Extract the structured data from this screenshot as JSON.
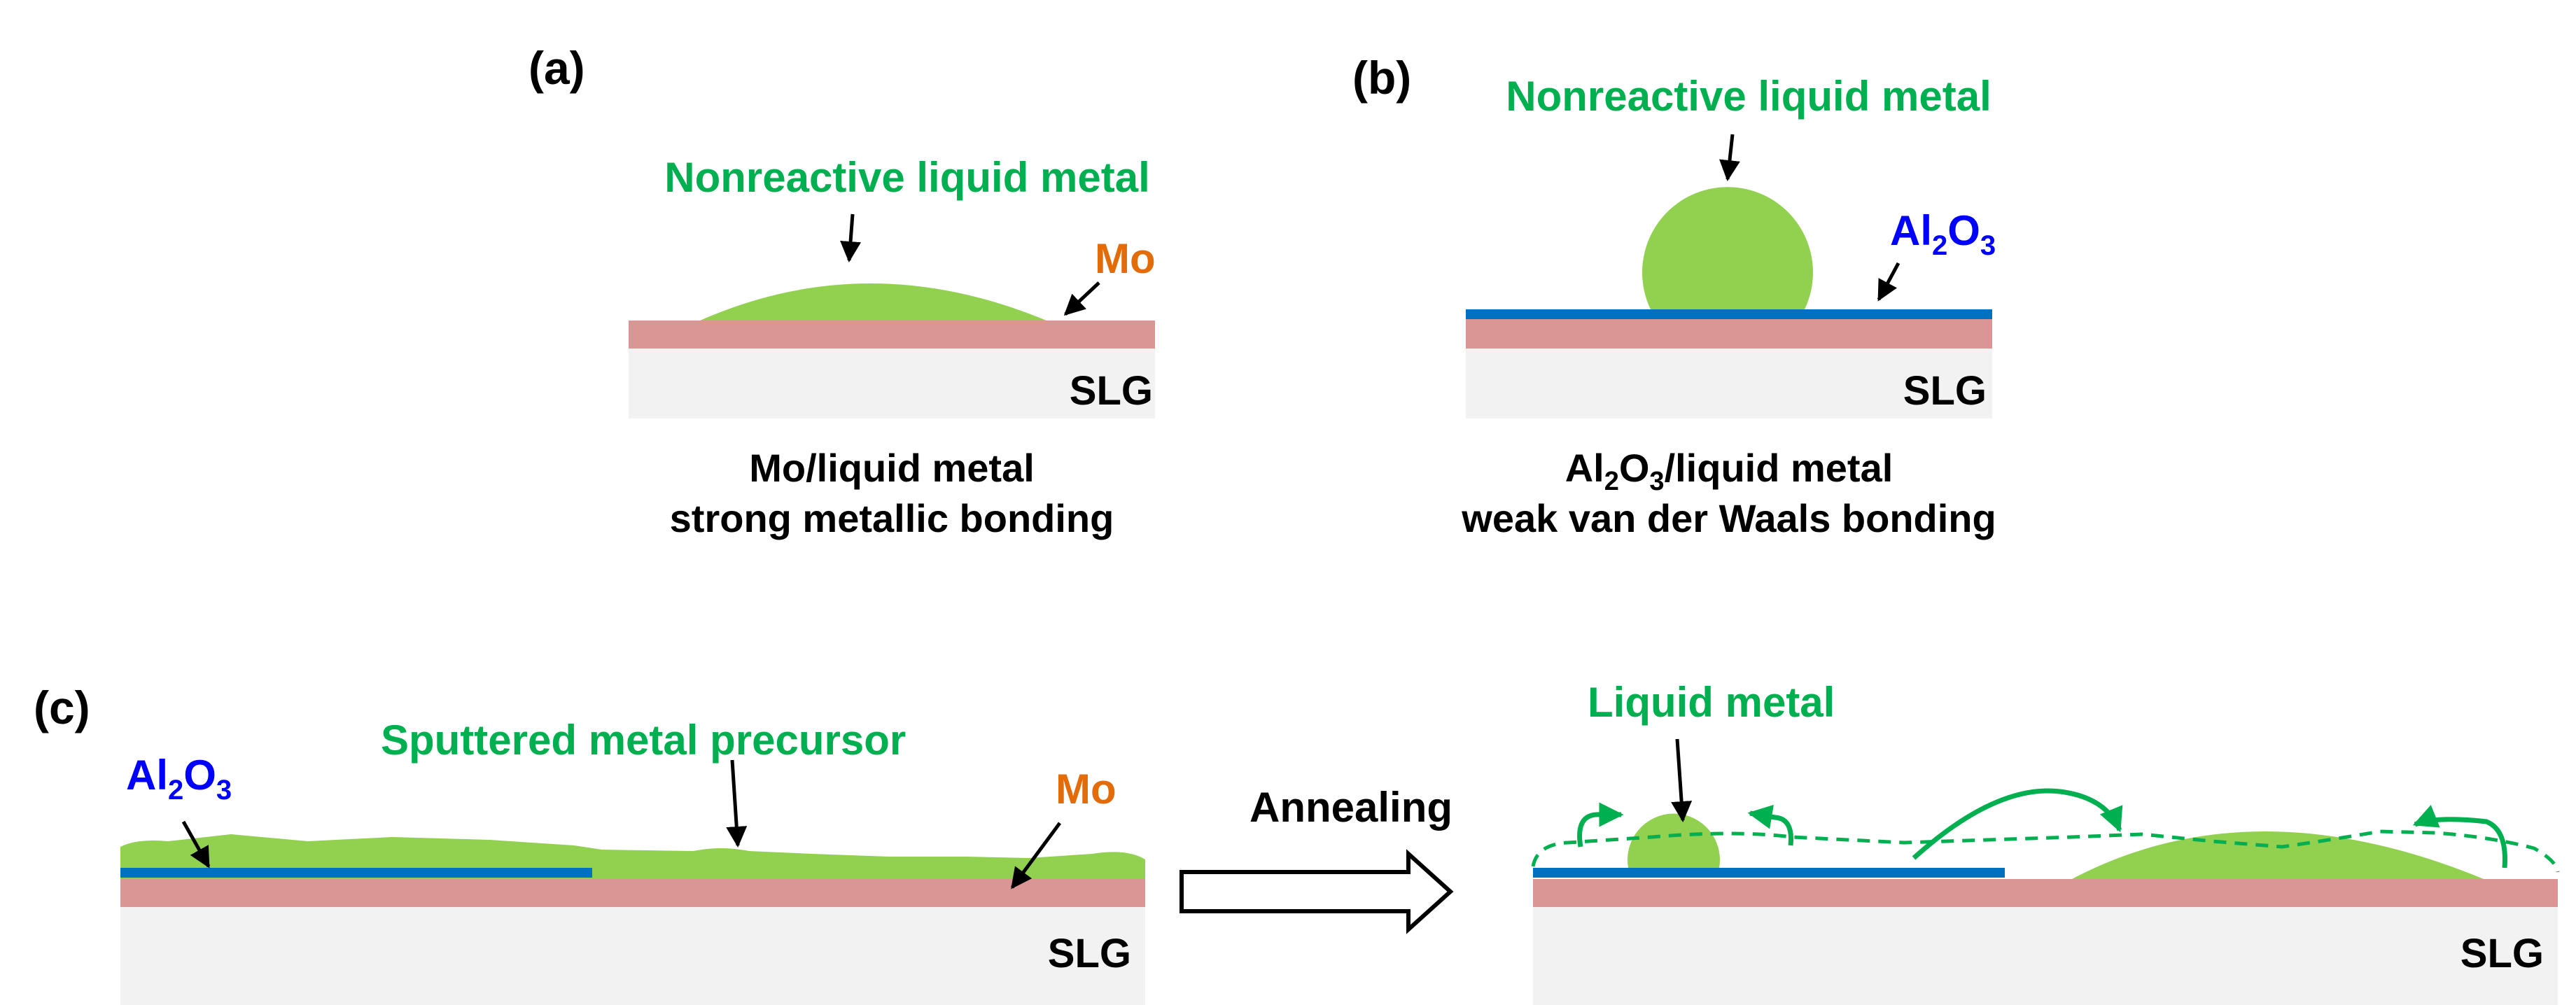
{
  "colors": {
    "liquid_metal": "#92D050",
    "label_green": "#00B050",
    "mo_layer": "#D99694",
    "mo_label": "#E36C09",
    "al2o3_layer": "#0070C0",
    "al2o3_label": "#0000FF",
    "slg": "#F2F2F2",
    "text": "#000000"
  },
  "panel_a": {
    "label": "(a)",
    "liquid_metal_label": "Nonreactive liquid metal",
    "mo_label": "Mo",
    "slg_label": "SLG",
    "caption_line1": "Mo/liquid metal",
    "caption_line2": "strong metallic bonding"
  },
  "panel_b": {
    "label": "(b)",
    "liquid_metal_label": "Nonreactive liquid metal",
    "al2o3_label": {
      "al": "Al",
      "sub2": "2",
      "o": "O",
      "sub3": "3"
    },
    "slg_label": "SLG",
    "caption_line1": {
      "al": "Al",
      "sub2": "2",
      "o": "O",
      "sub3": "3",
      "rest": "/liquid metal"
    },
    "caption_line2": "weak van der Waals bonding"
  },
  "panel_c": {
    "label": "(c)",
    "al2o3_label": {
      "al": "Al",
      "sub2": "2",
      "o": "O",
      "sub3": "3"
    },
    "precursor_label": "Sputtered metal precursor",
    "mo_label": "Mo",
    "slg_left_label": "SLG",
    "process_label": "Annealing",
    "liquid_metal_label": "Liquid metal",
    "slg_right_label": "SLG"
  }
}
